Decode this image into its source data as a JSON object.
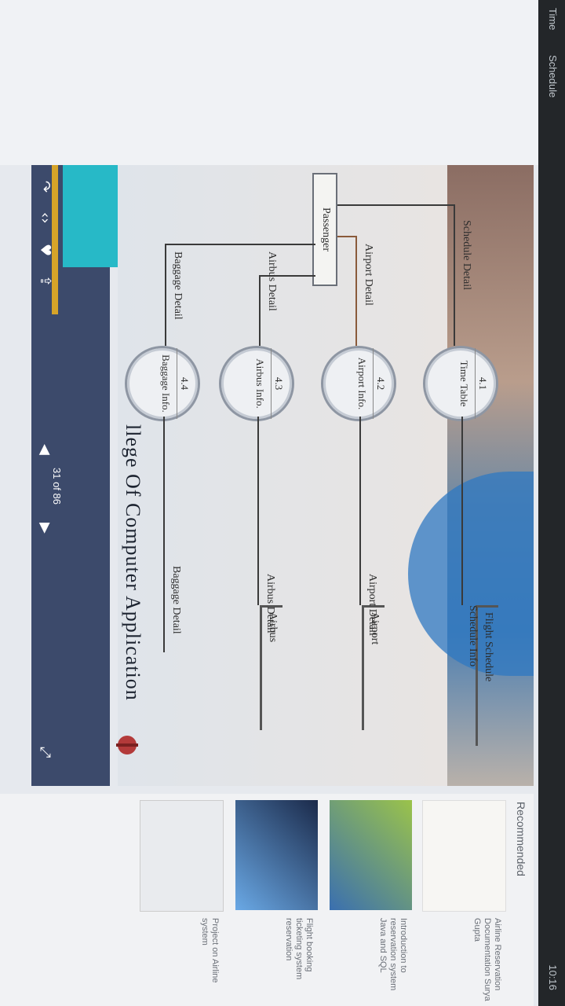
{
  "status_bar": {
    "left_a": "Time",
    "left_b": "Schedule",
    "right_a": "10:16"
  },
  "slide": {
    "processes": [
      {
        "no": "4.1",
        "name": "Time Table"
      },
      {
        "no": "4.2",
        "name": "Airport Info."
      },
      {
        "no": "4.3",
        "name": "Airbus Info."
      },
      {
        "no": "4.4",
        "name": "Baggage Info."
      }
    ],
    "entity": "Passenger",
    "stores": [
      "Flight Schedule",
      "Airport",
      "Airbus"
    ],
    "flows": {
      "schedule_detail": "Schedule Detail",
      "airport_detail": "Airport Detail",
      "airbus_detail": "Airbus Detail",
      "baggage_detail": "Baggage Detail",
      "schedule_info": "Schedule Info",
      "airport_detail_r": "Airport Detail",
      "airbus_detail_r": "Airbus Detail",
      "baggage_detail_r": "Baggage Detail"
    },
    "footer_title": "llege Of Computer Application",
    "page_number": "31 of 86"
  },
  "recommended": {
    "header": "Recommended",
    "items": [
      {
        "text": "Airline Reservation Documentation Surya Gupta"
      },
      {
        "text": "Introduction to reservation system Java and SQL"
      },
      {
        "text": "Flight booking ticketing system reservation"
      },
      {
        "text": "Project on Airline system"
      }
    ]
  },
  "colors": {
    "accent_teal": "#27b9c7",
    "bar_blue": "#3c4a6b",
    "strip_yellow": "#d6a429"
  }
}
